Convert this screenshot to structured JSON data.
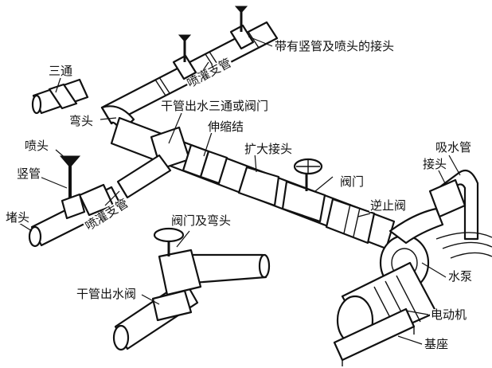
{
  "labels": {
    "riser_nozzle_joint": "带有竖管及喷头的接头",
    "tee": "三通",
    "sprinkler_branch_top": "喷灌支管",
    "elbow": "弯头",
    "main_tee_or_valve": "干管出水三通或阀门",
    "expansion_joint": "伸缩结",
    "nozzle": "喷头",
    "reducer": "扩大接头",
    "riser": "竖管",
    "valve": "阀门",
    "suction_pipe": "吸水管",
    "joint": "接头",
    "plug": "堵头",
    "sprinkler_branch_bottom": "喷灌支管",
    "check_valve": "逆止阀",
    "valve_and_elbow": "阀门及弯头",
    "pump": "水泵",
    "main_outlet_valve": "干管出水阀",
    "motor": "电动机",
    "base": "基座"
  }
}
